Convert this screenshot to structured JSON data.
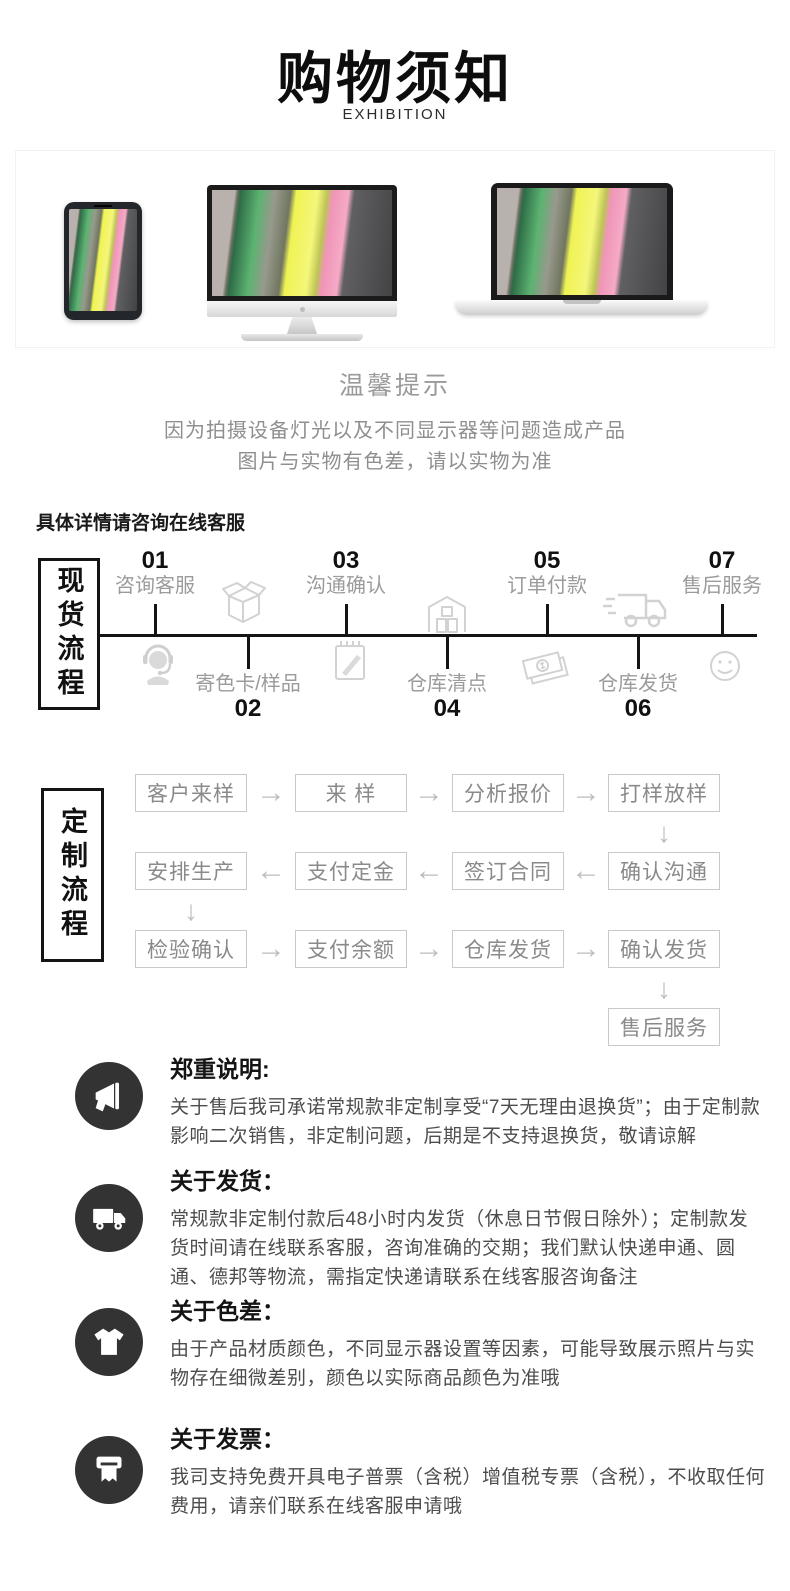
{
  "page": {
    "title": "购物须知",
    "subtitle": "EXHIBITION"
  },
  "devices": {
    "screen_stripe_colors": [
      "#b9b1ad",
      "#5cb371",
      "#97998c",
      "#f0f353",
      "#f095b8",
      "#434345"
    ],
    "mockups": [
      "phone",
      "desktop-monitor",
      "laptop"
    ]
  },
  "tips": {
    "title": "温馨提示",
    "line1": "因为拍摄设备灯光以及不同显示器等问题造成产品",
    "line2": "图片与实物有色差，请以实物为准"
  },
  "consult_note": "具体详情请咨询在线客服",
  "stock_flow": {
    "label": "现货流程",
    "steps_top": [
      {
        "num": "01",
        "label": "咨询客服"
      },
      {
        "num": "03",
        "label": "沟通确认"
      },
      {
        "num": "05",
        "label": "订单付款"
      },
      {
        "num": "07",
        "label": "售后服务"
      }
    ],
    "steps_bottom": [
      {
        "num": "02",
        "label": "寄色卡/样品"
      },
      {
        "num": "04",
        "label": "仓库清点"
      },
      {
        "num": "06",
        "label": "仓库发货"
      }
    ],
    "icons_above_line": [
      "box-icon",
      "warehouse-icon",
      "truck-icon"
    ],
    "icons_below_line": [
      "customer-service-icon",
      "notebook-icon",
      "money-icon",
      "smiley-icon"
    ]
  },
  "custom_flow": {
    "label": "定制流程",
    "row1": [
      "客户来样",
      "来 样",
      "分析报价",
      "打样放样"
    ],
    "row2": [
      "安排生产",
      "支付定金",
      "签订合同",
      "确认沟通"
    ],
    "row3": [
      "检验确认",
      "支付余额",
      "仓库发货",
      "确认发货"
    ],
    "row4": [
      "售后服务"
    ],
    "arrow_right": "→",
    "arrow_left": "←",
    "arrow_down": "↓"
  },
  "notices": [
    {
      "icon": "megaphone-icon",
      "title": "郑重说明:",
      "text": "关于售后我司承诺常规款非定制享受“7天无理由退换货”；由于定制款影响二次销售，非定制问题，后期是不支持退换货，敬请谅解"
    },
    {
      "icon": "delivery-truck-icon",
      "title": "关于发货：",
      "text": "常规款非定制付款后48小时内发货（休息日节假日除外）；定制款发货时间请在线联系客服，咨询准确的交期；我们默认快递申通、圆通、德邦等物流，需指定快递请联系在线客服咨询备注"
    },
    {
      "icon": "tshirt-icon",
      "title": "关于色差：",
      "text": "由于产品材质颜色，不同显示器设置等因素，可能导致展示照片与实物存在细微差别，颜色以实际商品颜色为准哦"
    },
    {
      "icon": "invoice-icon",
      "title": "关于发票：",
      "text": "我司支持免费开具电子普票（含税）增值税专票（含税），不收取任何费用，请亲们联系在线客服申请哦"
    }
  ],
  "colors": {
    "primary_text": "#111111",
    "muted_text": "#999999",
    "flow_box_border": "#c9c9c9",
    "notice_icon_bg": "#333333",
    "timeline": "#141414"
  }
}
